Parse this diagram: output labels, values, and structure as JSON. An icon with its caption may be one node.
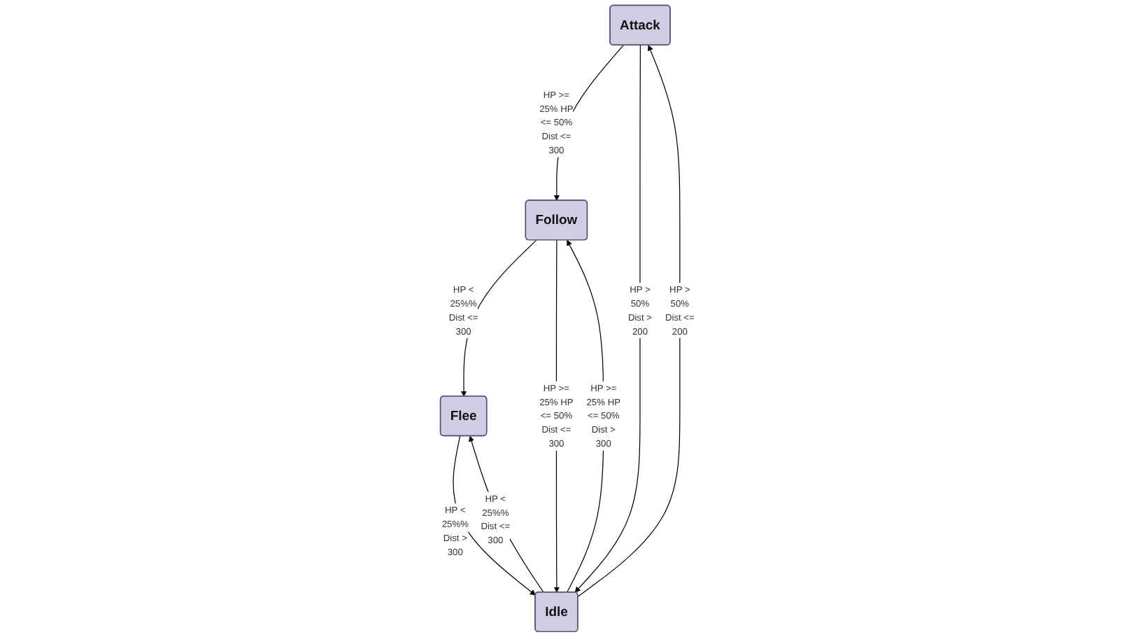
{
  "diagram": {
    "nodes": [
      {
        "text": [
          "Attack"
        ]
      },
      {
        "text": [
          "Follow"
        ]
      },
      {
        "text": [
          "Flee"
        ]
      },
      {
        "text": [
          "Idle"
        ]
      }
    ],
    "edges": [
      {
        "from": 0,
        "to": 1,
        "arrow": "to",
        "label": "HP >= 25% HP <= 50% Dist <= 300"
      },
      {
        "from": 1,
        "to": 2,
        "arrow": "to",
        "label": "HP < 25%% Dist <= 300"
      },
      {
        "from": 3,
        "to": 2,
        "arrow": "to",
        "label": "HP < 25%% Dist <= 300"
      },
      {
        "from": 2,
        "to": 3,
        "arrow": "to",
        "label": "HP < 25%% Dist > 300"
      },
      {
        "from": 3,
        "to": 0,
        "arrow": "to",
        "label": "HP > 50% Dist <= 200"
      },
      {
        "from": 0,
        "to": 3,
        "arrow": "to",
        "label": "HP > 50% Dist > 200"
      },
      {
        "from": 1,
        "to": 3,
        "arrow": "to",
        "label": "HP >= 25% HP <= 50% Dist <= 300"
      },
      {
        "from": 3,
        "to": 1,
        "arrow": "to",
        "label": "HP >= 25% HP <= 50% Dist > 300"
      }
    ]
  }
}
